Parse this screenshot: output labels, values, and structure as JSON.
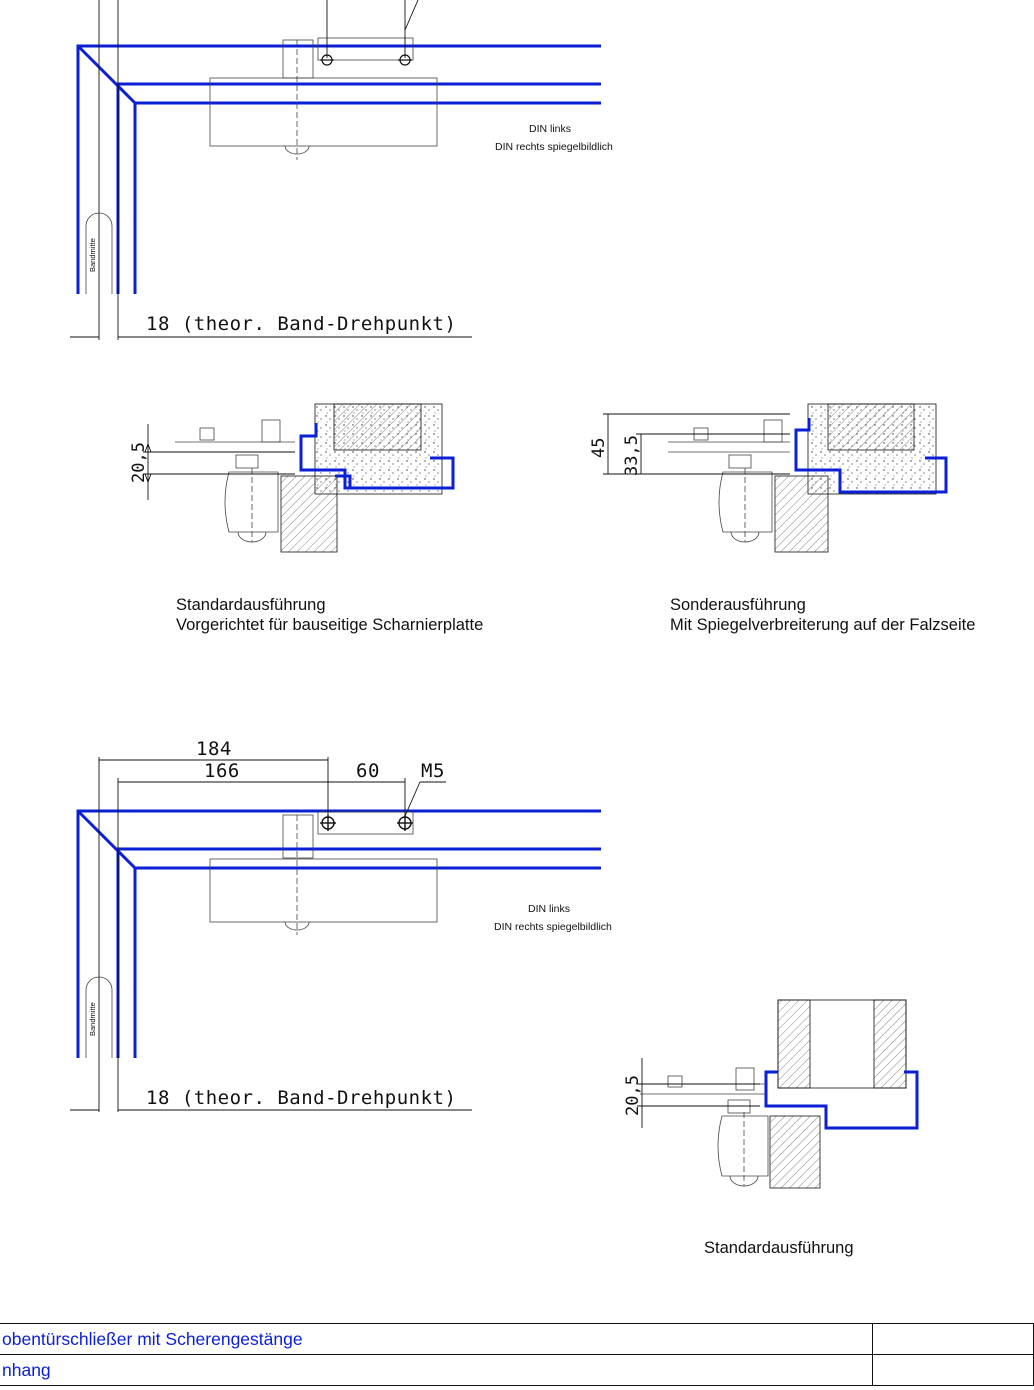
{
  "top_drawing": {
    "door_side_note": "DIN links",
    "mirror_note": "DIN rechts spiegelbildlich",
    "band_label": "Bandmitte",
    "pivot_dimension": "18 (theor. Band-Drehpunkt)"
  },
  "section_left": {
    "dimension": "20,5",
    "caption_line1": "Standardausführung",
    "caption_line2": "Vorgerichtet für bauseitige Scharnierplatte"
  },
  "section_right": {
    "dimension_outer": "45",
    "dimension_inner": "33,5",
    "caption_line1": "Sonderausführung",
    "caption_line2": "Mit Spiegelverbreiterung auf der Falzseite"
  },
  "lower_drawing": {
    "dim_total": "184",
    "dim_inner": "166",
    "dim_spacing": "60",
    "thread": "M5",
    "door_side_note": "DIN links",
    "mirror_note": "DIN rechts spiegelbildlich",
    "band_label": "Bandmitte",
    "pivot_dimension": "18 (theor. Band-Drehpunkt)"
  },
  "section_bottom": {
    "dimension": "20,5",
    "caption": "Standardausführung"
  },
  "title_block": {
    "row1": "obentürschließer mit Scherengestänge",
    "row2": "nhang"
  },
  "colors": {
    "frame_blue": "#0a1fd6",
    "text_blue": "#0a1fd6",
    "line": "#111111"
  }
}
